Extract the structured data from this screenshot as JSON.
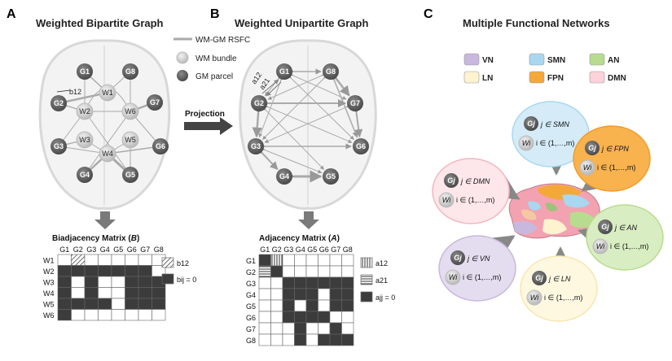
{
  "panel_a": {
    "letter": "A",
    "title": "Weighted Bipartite Graph",
    "legend": [
      {
        "label": "WM-GM RSFC"
      },
      {
        "label": "WM bundle"
      },
      {
        "label": "GM parcel"
      }
    ],
    "edge_label": "b12",
    "gm_nodes": [
      "G1",
      "G8",
      "G2",
      "G7",
      "G3",
      "G6",
      "G4",
      "G5"
    ],
    "wm_nodes": [
      "W1",
      "W2",
      "W6",
      "W3",
      "W5",
      "W4"
    ],
    "matrix_title_prefix": "Biadjacency  Matrix (",
    "matrix_symbol": "B",
    "matrix_title_suffix": ")",
    "cols": [
      "G1",
      "G2",
      "G3",
      "G4",
      "G5",
      "G6",
      "G7",
      "G8"
    ],
    "rows": [
      "W1",
      "W2",
      "W3",
      "W4",
      "W5",
      "W6"
    ],
    "cells": [
      [
        0,
        2,
        0,
        0,
        0,
        0,
        0,
        0
      ],
      [
        1,
        1,
        1,
        1,
        1,
        1,
        1,
        0
      ],
      [
        1,
        0,
        1,
        0,
        0,
        1,
        1,
        1
      ],
      [
        1,
        0,
        1,
        0,
        0,
        1,
        1,
        1
      ],
      [
        1,
        1,
        1,
        1,
        0,
        1,
        1,
        1
      ],
      [
        1,
        0,
        0,
        0,
        0,
        0,
        0,
        0
      ]
    ],
    "matrix_legend": [
      {
        "pattern": "diag",
        "label": "b12"
      },
      {
        "pattern": "dark",
        "label": "bij = 0"
      }
    ]
  },
  "projection_label": "Projection",
  "panel_b": {
    "letter": "B",
    "title": "Weighted Unipartite Graph",
    "edge_labels": [
      "a12",
      "a21"
    ],
    "nodes": [
      "G1",
      "G8",
      "G2",
      "G7",
      "G3",
      "G6",
      "G4",
      "G5"
    ],
    "matrix_title_prefix": "Adjacency  Matrix (",
    "matrix_symbol": "A",
    "matrix_title_suffix": ")",
    "cols": [
      "G1",
      "G2",
      "G3",
      "G4",
      "G5",
      "G6",
      "G7",
      "G8"
    ],
    "rows": [
      "G1",
      "G2",
      "G3",
      "G4",
      "G5",
      "G6",
      "G7",
      "G8"
    ],
    "cells": [
      [
        1,
        3,
        0,
        0,
        0,
        0,
        0,
        0
      ],
      [
        4,
        1,
        0,
        0,
        0,
        0,
        0,
        0
      ],
      [
        0,
        0,
        1,
        1,
        1,
        1,
        1,
        1
      ],
      [
        0,
        0,
        1,
        1,
        1,
        0,
        1,
        1
      ],
      [
        0,
        0,
        1,
        0,
        1,
        0,
        1,
        1
      ],
      [
        0,
        0,
        1,
        1,
        1,
        1,
        0,
        0
      ],
      [
        0,
        0,
        0,
        1,
        0,
        0,
        1,
        0
      ],
      [
        0,
        0,
        0,
        1,
        0,
        1,
        1,
        1
      ]
    ],
    "matrix_legend": [
      {
        "pattern": "vert",
        "label": "a12"
      },
      {
        "pattern": "horiz",
        "label": "a21"
      },
      {
        "pattern": "dark",
        "label": "ajj = 0"
      }
    ]
  },
  "panel_c": {
    "letter": "C",
    "title": "Multiple Functional Networks",
    "legend": [
      {
        "label": "VN",
        "color": "#c9b8dd"
      },
      {
        "label": "SMN",
        "color": "#a9d7ef"
      },
      {
        "label": "AN",
        "color": "#b7dc8f"
      },
      {
        "label": "LN",
        "color": "#fff3cf"
      },
      {
        "label": "FPN",
        "color": "#f5a83a"
      },
      {
        "label": "DMN",
        "color": "#fcd3d8"
      }
    ],
    "bubbles": [
      {
        "net": "SMN",
        "g_label": "Gj",
        "g_text": "j ∈ SMN",
        "w_label": "Wi",
        "w_text": "i ∈ (1,…,m)",
        "fill": "#d5ecf8",
        "stroke": "#a9d7ef"
      },
      {
        "net": "FPN",
        "g_label": "Gj",
        "g_text": "j ∈ FPN",
        "w_label": "Wi",
        "w_text": "i ∈ (1,…,m)",
        "fill": "#f8b24e",
        "stroke": "#f39c2a"
      },
      {
        "net": "DMN",
        "g_label": "Gj",
        "g_text": "j ∈ DMN",
        "w_label": "Wi",
        "w_text": "i ∈ (1,…,m)",
        "fill": "#fde7ea",
        "stroke": "#f4b6be"
      },
      {
        "net": "AN",
        "g_label": "Gj",
        "g_text": "j ∈ AN",
        "w_label": "Wi",
        "w_text": "i ∈ (1,…,m)",
        "fill": "#d9edc2",
        "stroke": "#b7dc8f"
      },
      {
        "net": "VN",
        "g_label": "Gj",
        "g_text": "j ∈ VN",
        "w_label": "Wi",
        "w_text": "i ∈ (1,…,m)",
        "fill": "#e4dcef",
        "stroke": "#c9b8dd"
      },
      {
        "net": "LN",
        "g_label": "Gj",
        "g_text": "j ∈ LN",
        "w_label": "Wi",
        "w_text": "i ∈ (1,…,m)",
        "fill": "#fff8e1",
        "stroke": "#f7e6b0"
      }
    ]
  }
}
